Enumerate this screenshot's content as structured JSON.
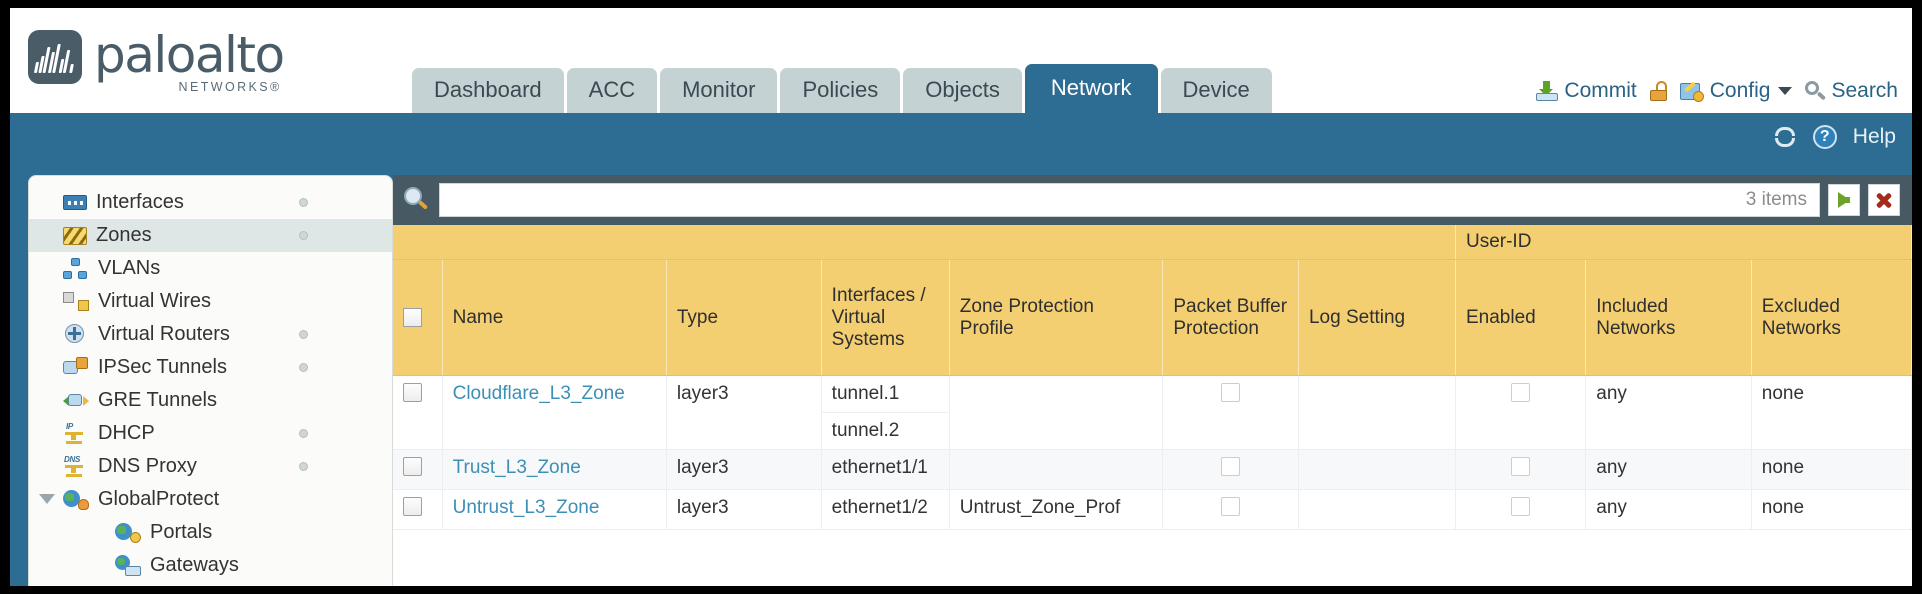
{
  "brand": {
    "name": "paloalto",
    "tagline": "NETWORKS®",
    "logo_icon": "paloalto-bars-logo"
  },
  "header": {
    "tabs": [
      {
        "label": "Dashboard",
        "active": false
      },
      {
        "label": "ACC",
        "active": false
      },
      {
        "label": "Monitor",
        "active": false
      },
      {
        "label": "Policies",
        "active": false
      },
      {
        "label": "Objects",
        "active": false
      },
      {
        "label": "Network",
        "active": true
      },
      {
        "label": "Device",
        "active": false
      }
    ],
    "actions": {
      "commit": "Commit",
      "lock_icon": "padlock-unlocked-icon",
      "config": "Config",
      "search": "Search"
    }
  },
  "toolbar": {
    "refresh_icon": "refresh-icon",
    "help": "Help"
  },
  "sidebar": {
    "items": [
      {
        "label": "Interfaces",
        "icon": "interfaces-icon",
        "selected": false,
        "dot": true,
        "child": false,
        "twisty": false
      },
      {
        "label": "Zones",
        "icon": "zones-icon",
        "selected": true,
        "dot": true,
        "child": false,
        "twisty": false
      },
      {
        "label": "VLANs",
        "icon": "vlans-icon",
        "selected": false,
        "dot": false,
        "child": false,
        "twisty": false
      },
      {
        "label": "Virtual Wires",
        "icon": "virtual-wires-icon",
        "selected": false,
        "dot": false,
        "child": false,
        "twisty": false
      },
      {
        "label": "Virtual Routers",
        "icon": "virtual-routers-icon",
        "selected": false,
        "dot": true,
        "child": false,
        "twisty": false
      },
      {
        "label": "IPSec Tunnels",
        "icon": "ipsec-tunnels-icon",
        "selected": false,
        "dot": true,
        "child": false,
        "twisty": false
      },
      {
        "label": "GRE Tunnels",
        "icon": "gre-tunnels-icon",
        "selected": false,
        "dot": false,
        "child": false,
        "twisty": false
      },
      {
        "label": "DHCP",
        "icon": "dhcp-icon",
        "selected": false,
        "dot": true,
        "child": false,
        "twisty": false
      },
      {
        "label": "DNS Proxy",
        "icon": "dns-proxy-icon",
        "selected": false,
        "dot": true,
        "child": false,
        "twisty": false
      },
      {
        "label": "GlobalProtect",
        "icon": "globalprotect-icon",
        "selected": false,
        "dot": false,
        "child": false,
        "twisty": true
      },
      {
        "label": "Portals",
        "icon": "portals-icon",
        "selected": false,
        "dot": false,
        "child": true,
        "twisty": false
      },
      {
        "label": "Gateways",
        "icon": "gateways-icon",
        "selected": false,
        "dot": false,
        "child": true,
        "twisty": false
      }
    ]
  },
  "search": {
    "value": "",
    "placeholder": "",
    "items_count": "3 items",
    "apply_icon": "green-arrow-right-icon",
    "clear_icon": "red-x-icon"
  },
  "table": {
    "group_header": "User-ID",
    "columns": [
      "Name",
      "Type",
      "Interfaces / Virtual Systems",
      "Zone Protection Profile",
      "Packet Buffer Protection",
      "Log Setting",
      "Enabled",
      "Included Networks",
      "Excluded Networks"
    ],
    "rows": [
      {
        "selected": false,
        "name": "Cloudflare_L3_Zone",
        "type": "layer3",
        "interfaces": [
          "tunnel.1",
          "tunnel.2"
        ],
        "zone_protection_profile": "",
        "packet_buffer_protection": false,
        "log_setting": "",
        "userid_enabled": false,
        "included_networks": "any",
        "excluded_networks": "none"
      },
      {
        "selected": false,
        "name": "Trust_L3_Zone",
        "type": "layer3",
        "interfaces": [
          "ethernet1/1"
        ],
        "zone_protection_profile": "",
        "packet_buffer_protection": false,
        "log_setting": "",
        "userid_enabled": false,
        "included_networks": "any",
        "excluded_networks": "none"
      },
      {
        "selected": false,
        "name": "Untrust_L3_Zone",
        "type": "layer3",
        "interfaces": [
          "ethernet1/2"
        ],
        "zone_protection_profile": "Untrust_Zone_Prof",
        "packet_buffer_protection": false,
        "log_setting": "",
        "userid_enabled": false,
        "included_networks": "any",
        "excluded_networks": "none"
      }
    ]
  },
  "colors": {
    "brand_slate": "#4a5c68",
    "tab_active": "#2e6d93",
    "tab_inactive": "#c5d2d4",
    "table_header": "#f4cf72",
    "table_group_header": "#e0b84b",
    "link": "#3d8fb5",
    "panel_bg": "#475a64"
  }
}
